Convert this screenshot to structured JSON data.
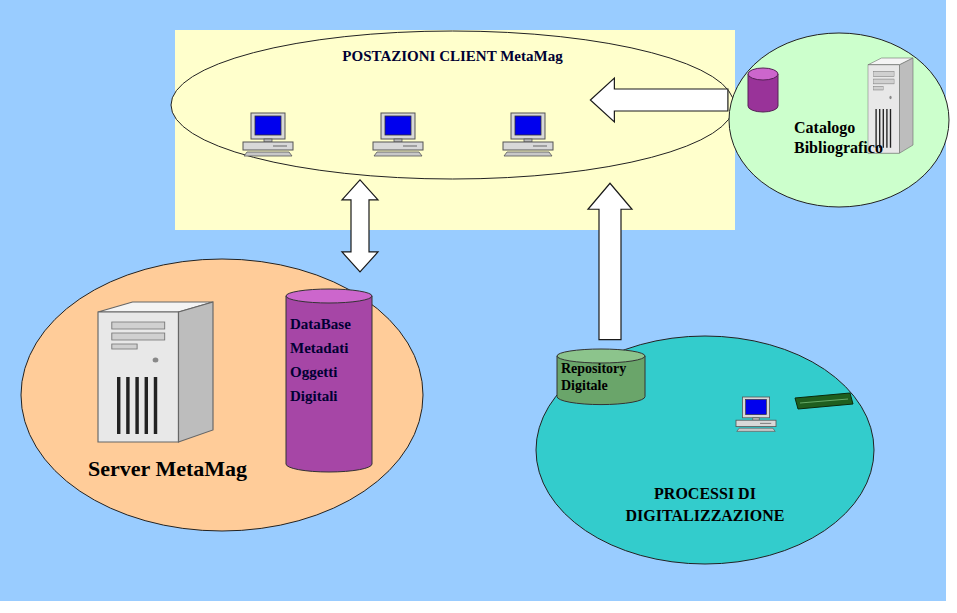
{
  "diagram": {
    "nodes": [
      {
        "text": [
          "POSTAZIONI CLIENT MetaMag"
        ]
      },
      {
        "text": [
          "Catalogo Bibliografico"
        ]
      },
      {
        "text": [
          "Server MetaMag"
        ]
      },
      {
        "text": [
          "DataBase Metadati Oggetti Digitali"
        ],
        "in": 2
      },
      {
        "text": [
          "PROCESSI DI DIGITALIZZAZIONE"
        ]
      },
      {
        "text": [
          "Repository Digitale"
        ],
        "in": 4
      }
    ],
    "edges": [
      {
        "from": 1,
        "to": 0,
        "arrow": "to"
      },
      {
        "from": 0,
        "to": 2,
        "arrow": "both"
      },
      {
        "from": 4,
        "to": 0,
        "arrow": "to"
      }
    ]
  }
}
